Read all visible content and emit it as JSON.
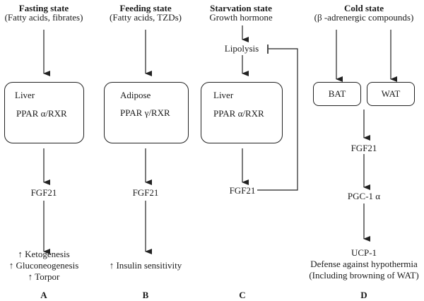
{
  "panels": {
    "A": {
      "letter": "A",
      "title": "Fasting state",
      "subtitle": "(Fatty acids, fibrates)",
      "box_tissue": "Liver",
      "box_receptor": "PPAR α/RXR",
      "mediator": "FGF21",
      "effects": [
        "↑ Ketogenesis",
        "↑ Gluconeogenesis",
        "↑ Torpor"
      ]
    },
    "B": {
      "letter": "B",
      "title": "Feeding state",
      "subtitle": "(Fatty acids, TZDs)",
      "box_tissue": "Adipose",
      "box_receptor": "PPAR γ/RXR",
      "mediator": "FGF21",
      "effects": [
        "↑ Insulin sensitivity"
      ]
    },
    "C": {
      "letter": "C",
      "title": "Starvation state",
      "subtitle": "Growth hormone",
      "intermediate": "Lipolysis",
      "box_tissue": "Liver",
      "box_receptor": "PPAR α/RXR",
      "mediator": "FGF21",
      "feedback": "inhibition"
    },
    "D": {
      "letter": "D",
      "title": "Cold state",
      "subtitle": "(β -adrenergic compounds)",
      "tissues": [
        "BAT",
        "WAT"
      ],
      "mediator": "FGF21",
      "step2": "PGC-1 α",
      "step3": "UCP-1",
      "effects": [
        "Defense against hypothermia",
        "(Including browning of WAT)"
      ]
    }
  }
}
